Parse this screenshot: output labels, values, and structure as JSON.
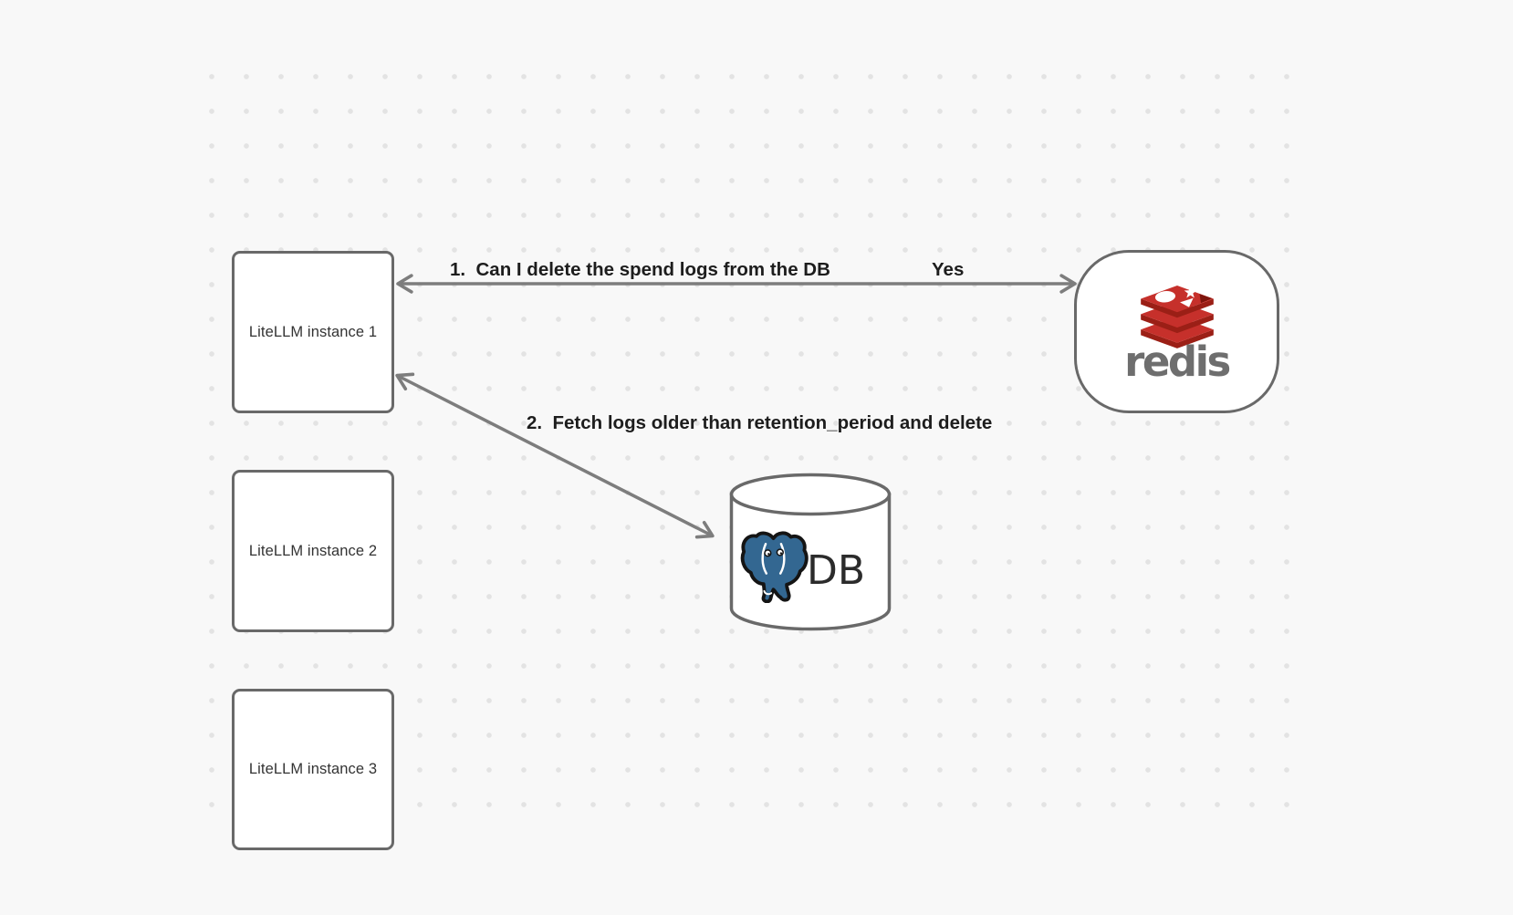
{
  "css_vars": {
    "--bg": "#f8f8f8",
    "--dot": "#e3e3e3",
    "--node-border": "#696969",
    "--arrow": "#7d7d7d",
    "--label-text": "#1d1d1d",
    "--node-text": "#333333",
    "--db-text": "#2b2b2b",
    "--redis-red": "#C6302B",
    "--redis-dark": "#9B1F16",
    "--redis-notch": "#7E150D",
    "--redis-gray": "#6e6e6e",
    "--pg-blue": "#336791",
    "--ink": "#141414"
  },
  "diagram": {
    "nodes": {
      "instances": [
        {
          "label": "LiteLLM instance 1"
        },
        {
          "label": "LiteLLM instance 2"
        },
        {
          "label": "LiteLLM instance 3"
        }
      ],
      "redis": {
        "wordmark": "redis",
        "icon": "redis-cube-icon"
      },
      "db": {
        "label": "DB",
        "icon": "postgresql-elephant-icon",
        "shape": "cylinder"
      }
    },
    "edges": [
      {
        "label": "1.  Can I delete the spend logs from the DB",
        "response": "Yes",
        "from": "LiteLLM instance 1",
        "to": "redis",
        "style": "double-headed"
      },
      {
        "label": "2.  Fetch logs older than retention_period and delete",
        "from": "LiteLLM instance 1",
        "to": "DB",
        "style": "double-headed"
      }
    ]
  }
}
